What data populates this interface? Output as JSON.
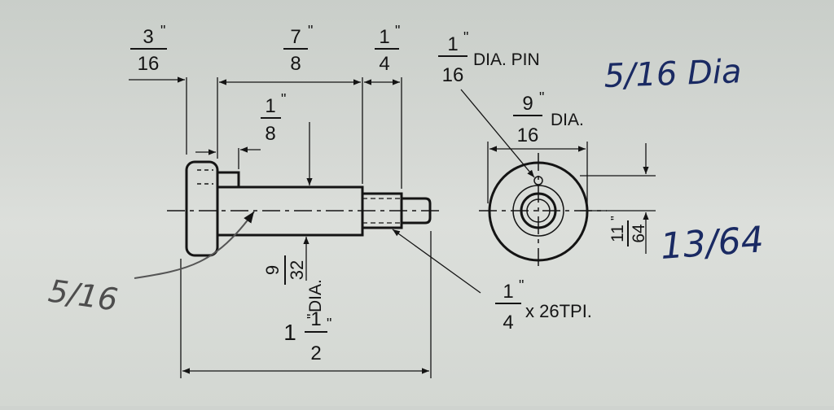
{
  "dimensions": {
    "flange_thickness": {
      "num": "3",
      "den": "16",
      "unit": "\""
    },
    "shank_length": {
      "num": "7",
      "den": "8",
      "unit": "\""
    },
    "thread_length": {
      "num": "1",
      "den": "4",
      "unit": "\""
    },
    "collar_length": {
      "num": "1",
      "den": "8",
      "unit": "\""
    },
    "pin_dia": {
      "num": "1",
      "den": "16",
      "label": "DIA. PIN"
    },
    "head_dia": {
      "num": "9",
      "den": "16",
      "unit": "\"",
      "label": "DIA."
    },
    "shank_dia": {
      "num": "9",
      "den": "32",
      "unit": "\"",
      "label": "DIA."
    },
    "overall_length": {
      "whole": "1",
      "num": "1",
      "den": "2",
      "unit": "\""
    },
    "thread_spec": {
      "num": "1",
      "den": "4",
      "unit": "\"",
      "label": "x 26TPI."
    },
    "pin_offset": {
      "num": "11",
      "den": "64",
      "unit": "\""
    }
  },
  "annotations": {
    "pin_dia_handwritten": "5/16 Dia",
    "offset_handwritten": "13/64",
    "head_handwritten": "5/16"
  }
}
